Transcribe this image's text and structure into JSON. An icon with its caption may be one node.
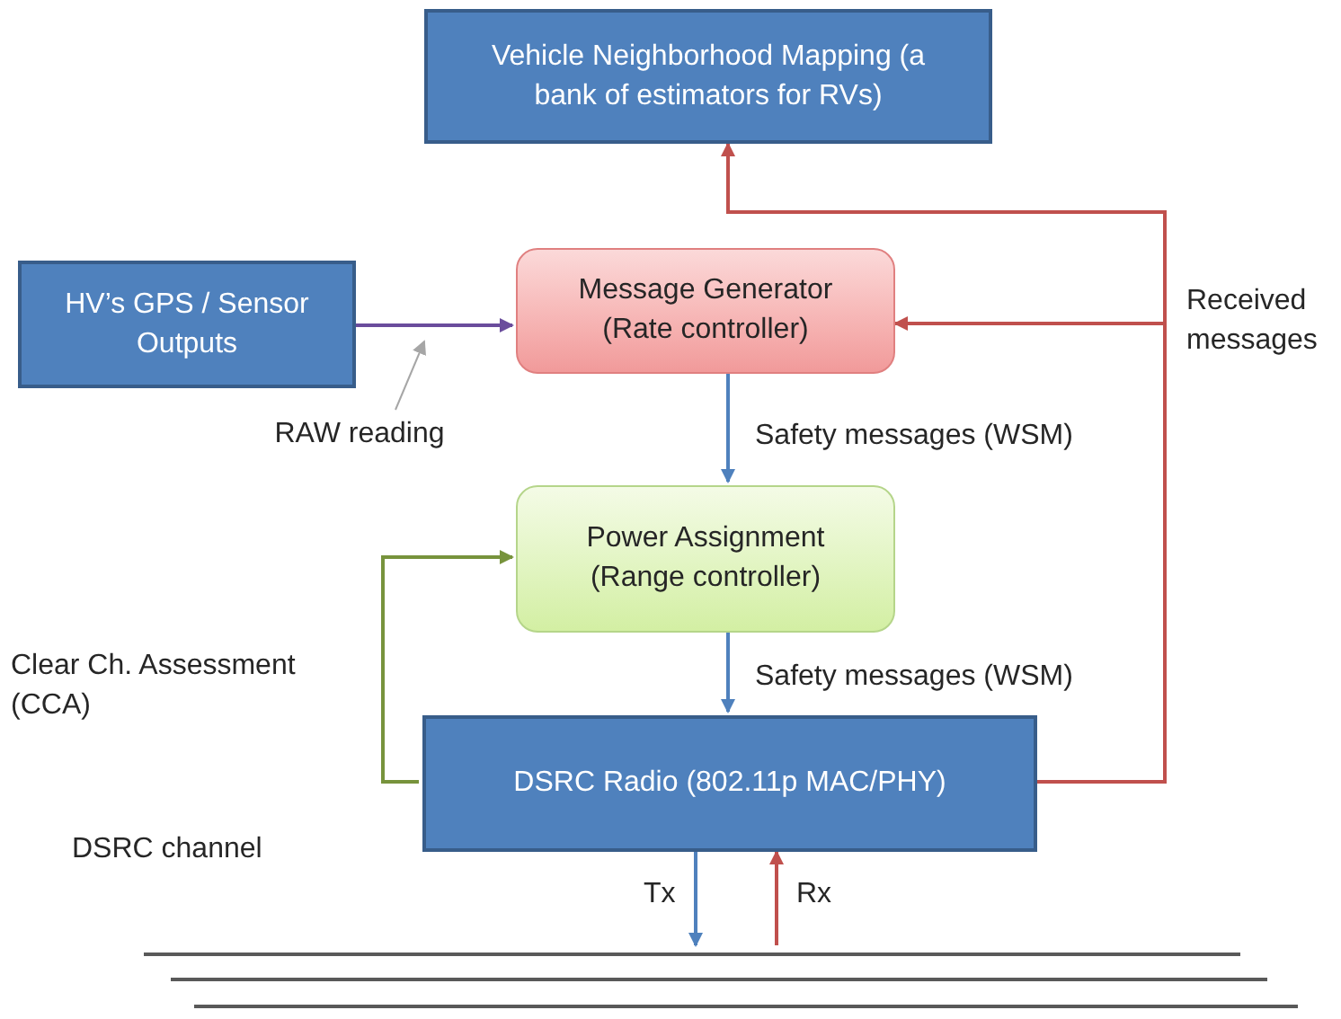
{
  "diagram": {
    "nodes": [
      {
        "text": [
          "Vehicle Neighborhood Mapping (a bank of estimators for RVs)"
        ]
      },
      {
        "text": [
          "HV’s GPS / Sensor Outputs"
        ]
      },
      {
        "text": [
          "Message Generator (Rate controller)"
        ]
      },
      {
        "text": [
          "Power Assignment (Range controller)"
        ]
      },
      {
        "text": [
          "DSRC Radio (802.11p MAC/PHY)"
        ]
      },
      {
        "text": [],
        "shape": "bar",
        "beside": [
          "DSRC channel"
        ]
      },
      {
        "text": [
          "RAW reading"
        ]
      }
    ],
    "edges": [
      {
        "from": 1,
        "to": 2,
        "arrow": "to",
        "color": "#6a4c9c"
      },
      {
        "from": 2,
        "to": 3,
        "arrow": "to",
        "label": "Safety messages (WSM)"
      },
      {
        "from": 3,
        "to": 4,
        "arrow": "to",
        "label": "Safety messages (WSM)"
      },
      {
        "from": 4,
        "to": 3,
        "arrow": "to",
        "label": "Clear Ch. Assessment (CCA)",
        "color": "#77933c"
      },
      {
        "from": 4,
        "to": 0,
        "arrow": "to",
        "label": "Received messages",
        "color": "#c0504d"
      },
      {
        "from": 4,
        "to": 2,
        "arrow": "to",
        "color": "#c0504d"
      },
      {
        "from": 4,
        "to": 5,
        "arrow": "to",
        "label": "Tx"
      },
      {
        "from": 5,
        "to": 4,
        "arrow": "to",
        "label": "Rx",
        "color": "#c0504d"
      },
      {
        "from": 6,
        "to": null,
        "arrow": "to",
        "color": "#a6a6a6"
      }
    ]
  }
}
